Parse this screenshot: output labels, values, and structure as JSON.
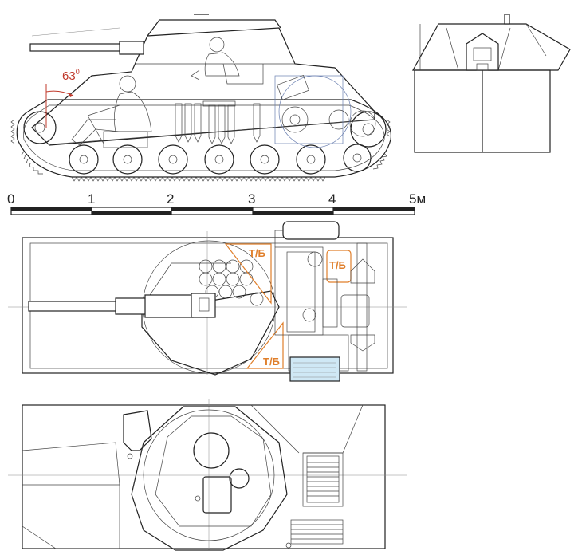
{
  "angle": {
    "value": "63",
    "unit": "0"
  },
  "scale": {
    "labels": [
      "0",
      "1",
      "2",
      "3",
      "4"
    ],
    "last_label": "5м"
  },
  "fuel_tank_labels": [
    "Т/Б",
    "Т/Б",
    "Т/Б"
  ],
  "colors": {
    "line": "#222222",
    "accent": "#e07f2b",
    "angle": "#c0392b",
    "radiator": "#cfe8f5"
  }
}
